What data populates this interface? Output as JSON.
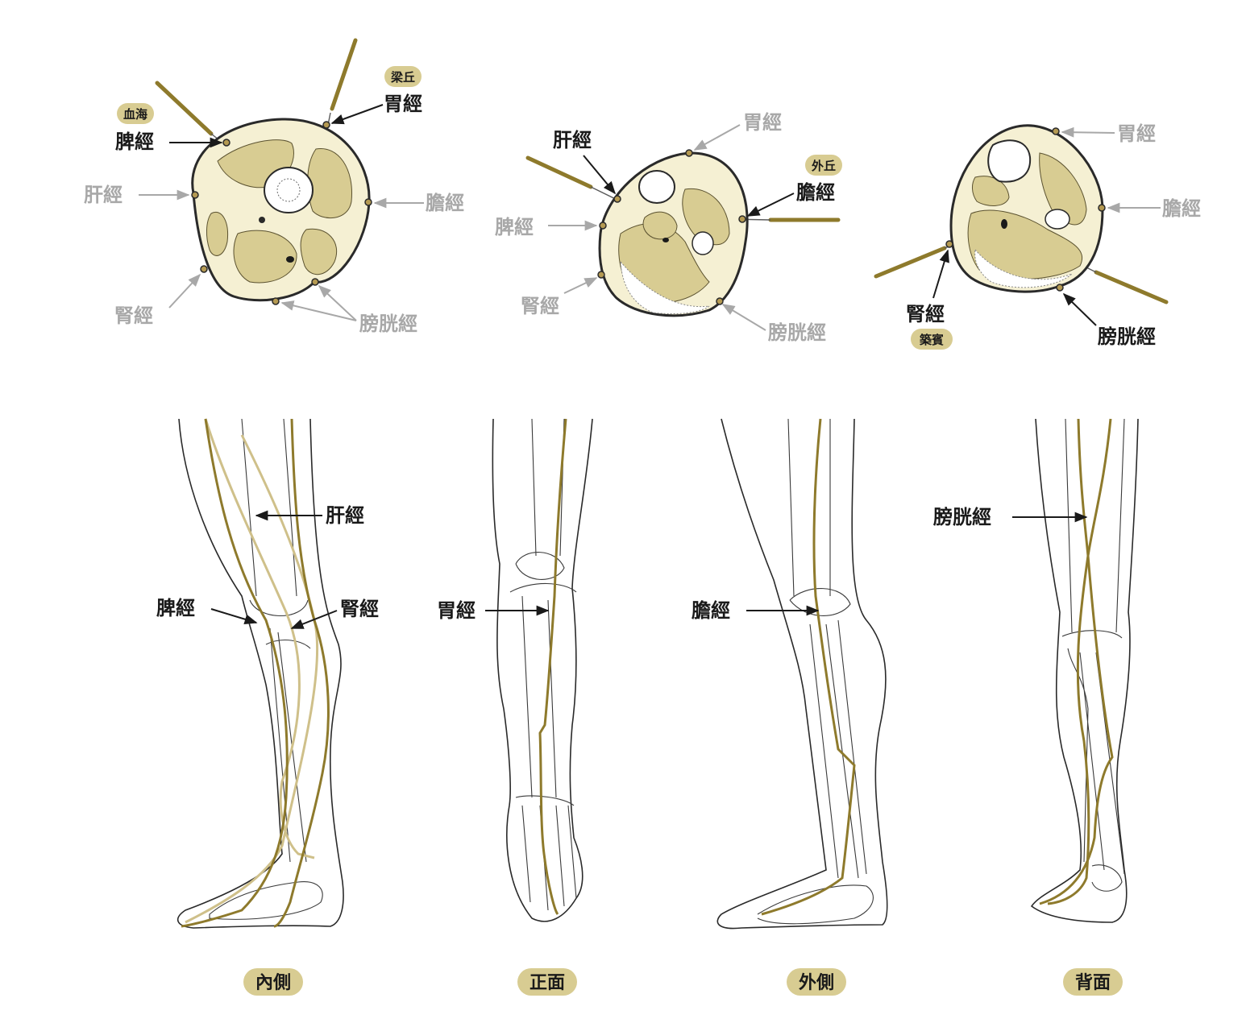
{
  "colors": {
    "meridian": "#8e7a2c",
    "meridian_light": "#cfc08a",
    "section_fill": "#f5f0d3",
    "muscle_fill": "#d8cc92",
    "label_dark": "#1a1a1a",
    "label_grey": "#a8a8a8",
    "pill_fill": "#d8cc92"
  },
  "sections": {
    "left": {
      "acupoints": [
        "血海",
        "梁丘"
      ],
      "labels": [
        "脾經",
        "胃經",
        "肝經",
        "膽經",
        "腎經",
        "膀胱經"
      ]
    },
    "middle": {
      "acupoints": [
        "外丘"
      ],
      "labels": [
        "肝經",
        "胃經",
        "膽經",
        "脾經",
        "腎經",
        "膀胱經"
      ]
    },
    "right": {
      "acupoints": [
        "築賓"
      ],
      "labels": [
        "胃經",
        "膽經",
        "腎經",
        "膀胱經"
      ]
    }
  },
  "legs": [
    {
      "caption": "內側",
      "labels": [
        "肝經",
        "脾經",
        "腎經"
      ]
    },
    {
      "caption": "正面",
      "labels": [
        "胃經"
      ]
    },
    {
      "caption": "外側",
      "labels": [
        "膽經"
      ]
    },
    {
      "caption": "背面",
      "labels": [
        "膀胱經"
      ]
    }
  ]
}
